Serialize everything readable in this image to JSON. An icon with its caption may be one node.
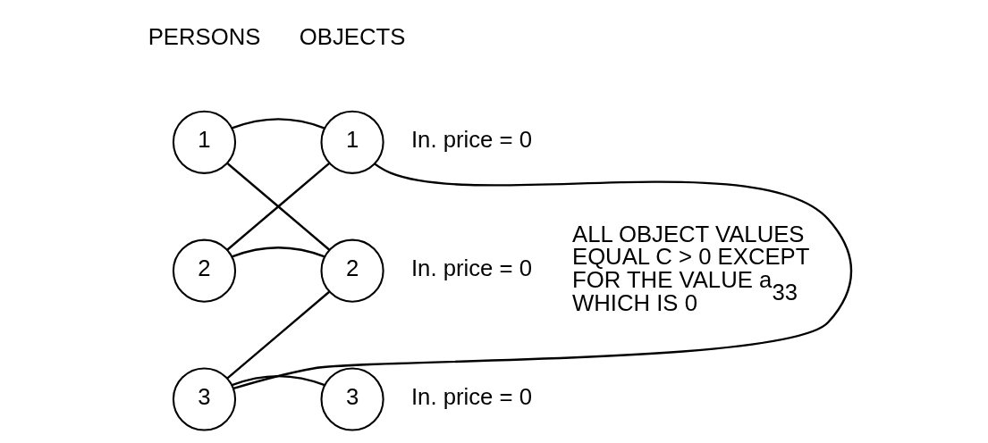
{
  "diagram": {
    "nodes": [
      {
        "text": [
          "1"
        ]
      },
      {
        "text": [
          "2"
        ]
      },
      {
        "text": [
          "3"
        ]
      },
      {
        "text": [
          "1"
        ],
        "beside": [
          "In. price = 0"
        ]
      },
      {
        "text": [
          "2"
        ],
        "beside": [
          "In. price = 0"
        ]
      },
      {
        "text": [
          "3"
        ],
        "beside": [
          "In. price = 0"
        ]
      }
    ],
    "edges": [
      {
        "from": 0,
        "to": 3,
        "arrow": "none"
      },
      {
        "from": 0,
        "to": 4,
        "arrow": "none"
      },
      {
        "from": 1,
        "to": 3,
        "arrow": "none"
      },
      {
        "from": 1,
        "to": 4,
        "arrow": "none"
      },
      {
        "from": 2,
        "to": 3,
        "arrow": "none"
      },
      {
        "from": 2,
        "to": 4,
        "arrow": "none"
      },
      {
        "from": 2,
        "to": 5,
        "arrow": "none"
      }
    ],
    "labels": [
      "PERSONS",
      "OBJECTS",
      "ALL OBJECT VALUES EQUAL C > 0 EXCEPT FOR THE VALUE a$_{33}$ WHICH IS 0"
    ]
  }
}
